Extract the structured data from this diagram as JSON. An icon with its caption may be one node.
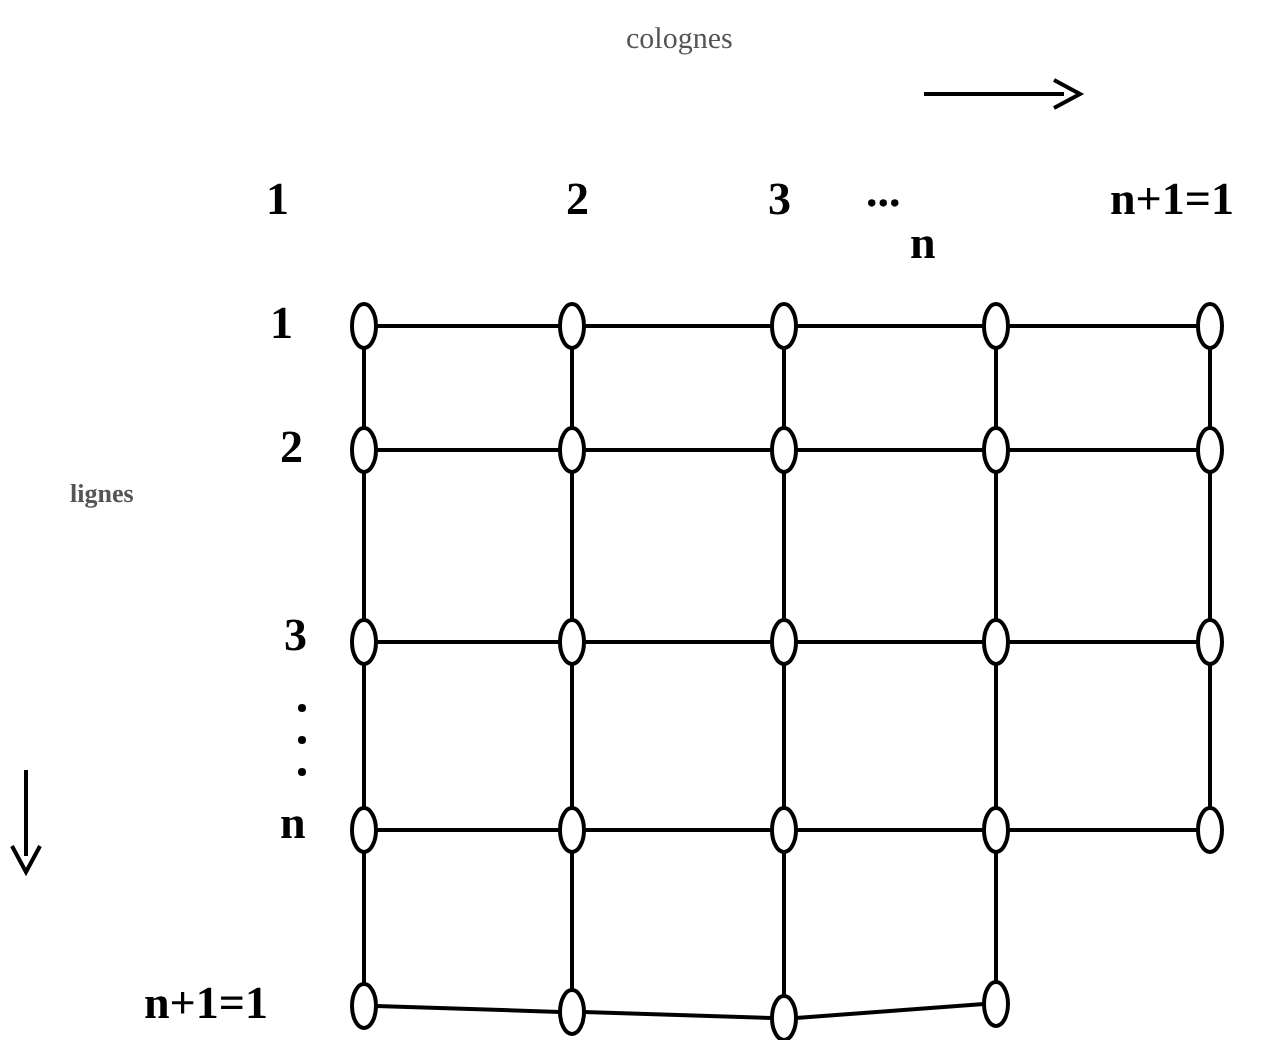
{
  "diagram": {
    "nodes": [
      {
        "text": [],
        "shape": "circle"
      },
      {
        "text": [],
        "shape": "circle"
      },
      {
        "text": [],
        "shape": "circle"
      },
      {
        "text": [],
        "shape": "circle"
      },
      {
        "text": [],
        "shape": "circle"
      },
      {
        "text": [],
        "shape": "circle"
      },
      {
        "text": [],
        "shape": "circle"
      },
      {
        "text": [],
        "shape": "circle"
      },
      {
        "text": [],
        "shape": "circle"
      },
      {
        "text": [],
        "shape": "circle"
      },
      {
        "text": [],
        "shape": "circle"
      },
      {
        "text": [],
        "shape": "circle"
      },
      {
        "text": [],
        "shape": "circle"
      },
      {
        "text": [],
        "shape": "circle"
      },
      {
        "text": [],
        "shape": "circle"
      },
      {
        "text": [],
        "shape": "circle"
      },
      {
        "text": [],
        "shape": "circle"
      },
      {
        "text": [],
        "shape": "circle"
      },
      {
        "text": [],
        "shape": "circle"
      },
      {
        "text": [],
        "shape": "circle"
      },
      {
        "text": [],
        "shape": "circle"
      },
      {
        "text": [],
        "shape": "circle"
      },
      {
        "text": [],
        "shape": "circle"
      },
      {
        "text": [],
        "shape": "circle"
      }
    ],
    "edges": [
      {
        "from": 0,
        "to": 1,
        "arrow": "none"
      },
      {
        "from": 1,
        "to": 2,
        "arrow": "none"
      },
      {
        "from": 2,
        "to": 3,
        "arrow": "none"
      },
      {
        "from": 3,
        "to": 4,
        "arrow": "none"
      },
      {
        "from": 5,
        "to": 6,
        "arrow": "none"
      },
      {
        "from": 6,
        "to": 7,
        "arrow": "none"
      },
      {
        "from": 7,
        "to": 8,
        "arrow": "none"
      },
      {
        "from": 8,
        "to": 9,
        "arrow": "none"
      },
      {
        "from": 10,
        "to": 11,
        "arrow": "none"
      },
      {
        "from": 11,
        "to": 12,
        "arrow": "none"
      },
      {
        "from": 12,
        "to": 13,
        "arrow": "none"
      },
      {
        "from": 13,
        "to": 14,
        "arrow": "none"
      },
      {
        "from": 15,
        "to": 16,
        "arrow": "none"
      },
      {
        "from": 16,
        "to": 17,
        "arrow": "none"
      },
      {
        "from": 17,
        "to": 18,
        "arrow": "none"
      },
      {
        "from": 18,
        "to": 19,
        "arrow": "none"
      },
      {
        "from": 20,
        "to": 21,
        "arrow": "none"
      },
      {
        "from": 21,
        "to": 22,
        "arrow": "none"
      },
      {
        "from": 22,
        "to": 23,
        "arrow": "none"
      },
      {
        "from": 0,
        "to": 5,
        "arrow": "none"
      },
      {
        "from": 5,
        "to": 10,
        "arrow": "none"
      },
      {
        "from": 10,
        "to": 15,
        "arrow": "none"
      },
      {
        "from": 15,
        "to": 20,
        "arrow": "none"
      },
      {
        "from": 1,
        "to": 6,
        "arrow": "none"
      },
      {
        "from": 6,
        "to": 11,
        "arrow": "none"
      },
      {
        "from": 11,
        "to": 16,
        "arrow": "none"
      },
      {
        "from": 16,
        "to": 21,
        "arrow": "none"
      },
      {
        "from": 2,
        "to": 7,
        "arrow": "none"
      },
      {
        "from": 7,
        "to": 12,
        "arrow": "none"
      },
      {
        "from": 12,
        "to": 17,
        "arrow": "none"
      },
      {
        "from": 17,
        "to": 22,
        "arrow": "none"
      },
      {
        "from": 3,
        "to": 8,
        "arrow": "none"
      },
      {
        "from": 8,
        "to": 13,
        "arrow": "none"
      },
      {
        "from": 13,
        "to": 18,
        "arrow": "none"
      },
      {
        "from": 18,
        "to": 23,
        "arrow": "none"
      },
      {
        "from": 4,
        "to": 9,
        "arrow": "none"
      },
      {
        "from": 9,
        "to": 14,
        "arrow": "none"
      },
      {
        "from": 14,
        "to": 19,
        "arrow": "none"
      }
    ],
    "labels": [
      "colognes",
      "1",
      "2",
      "3",
      "...",
      "n",
      "n+1=1",
      "1",
      "2",
      "lignes",
      "3",
      "n",
      "n+1=1"
    ]
  }
}
